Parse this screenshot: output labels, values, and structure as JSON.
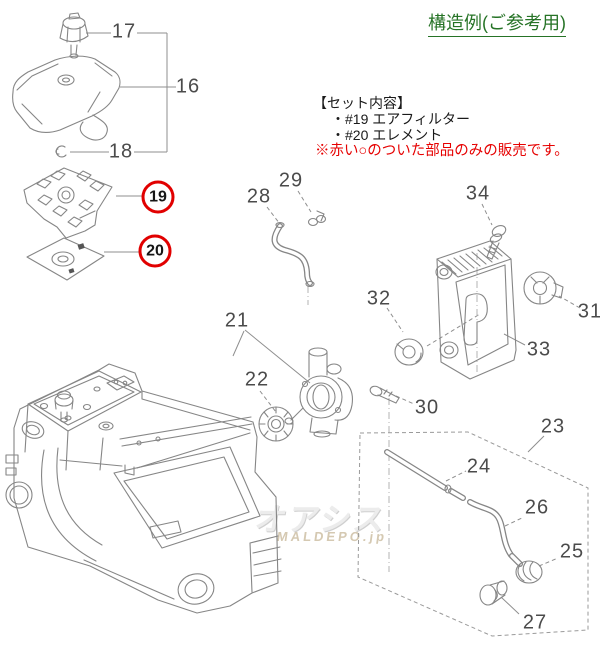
{
  "header": {
    "title": "構造例(ご参考用)"
  },
  "set_info": {
    "heading": "【セット内容】",
    "item1": "・#19 エアフィルター",
    "item2": "・#20 エレメント",
    "note": "※赤い○のついた部品のみの販売です。"
  },
  "watermark": {
    "main": "オアシス",
    "sub": "MALDEPO.jp"
  },
  "labels": {
    "p16": "16",
    "p17": "17",
    "p18": "18",
    "p19": "19",
    "p20": "20",
    "p21": "21",
    "p22": "22",
    "p23": "23",
    "p24": "24",
    "p25": "25",
    "p26": "26",
    "p27": "27",
    "p28": "28",
    "p29": "29",
    "p30": "30",
    "p31": "31",
    "p32": "32",
    "p33": "33",
    "p34": "34"
  },
  "colors": {
    "title_green": "#267326",
    "note_red": "#e60000",
    "highlight_circle_red": "#e10000",
    "lineart_gray": "#868686",
    "label_gray": "#4b4b4b",
    "watermark_gray": "#ececec",
    "watermark_sub_tan": "#d5c9b2"
  }
}
